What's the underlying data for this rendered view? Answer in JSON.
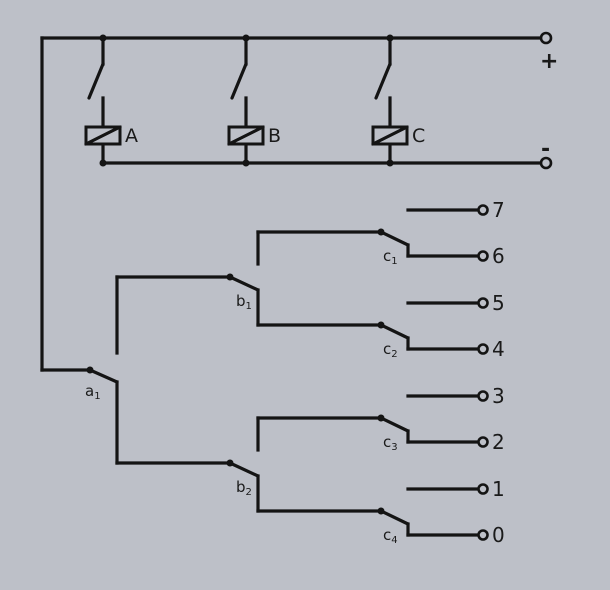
{
  "supply": {
    "plus_label": "+",
    "minus_label": "-"
  },
  "relays": [
    {
      "id": "A",
      "label": "A"
    },
    {
      "id": "B",
      "label": "B"
    },
    {
      "id": "C",
      "label": "C"
    }
  ],
  "contacts": [
    {
      "id": "a1",
      "letter": "a",
      "sub": "1"
    },
    {
      "id": "b1",
      "letter": "b",
      "sub": "1"
    },
    {
      "id": "b2",
      "letter": "b",
      "sub": "2"
    },
    {
      "id": "c1",
      "letter": "c",
      "sub": "1"
    },
    {
      "id": "c2",
      "letter": "c",
      "sub": "2"
    },
    {
      "id": "c3",
      "letter": "c",
      "sub": "3"
    },
    {
      "id": "c4",
      "letter": "c",
      "sub": "4"
    }
  ],
  "outputs": [
    "7",
    "6",
    "5",
    "4",
    "3",
    "2",
    "1",
    "0"
  ]
}
